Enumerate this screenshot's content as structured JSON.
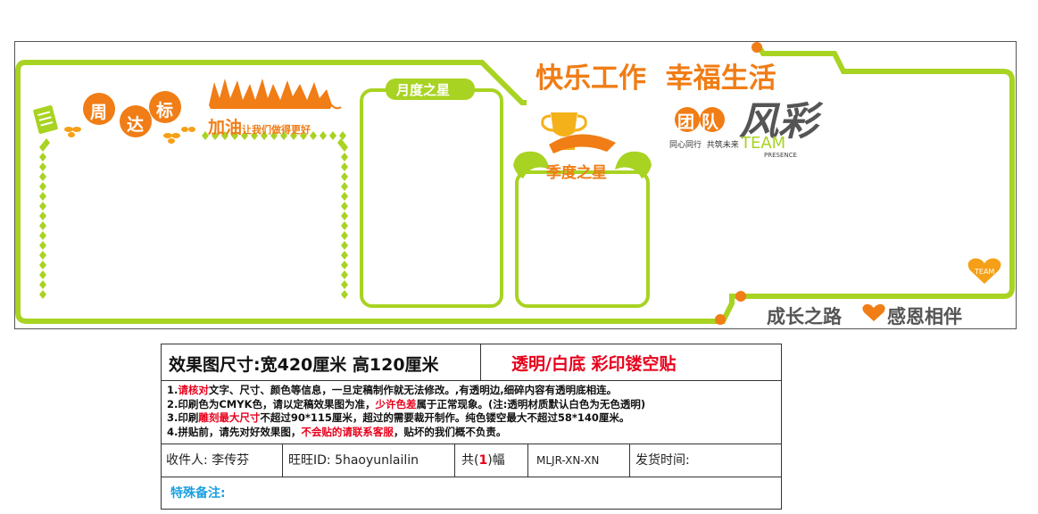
{
  "design": {
    "slogan": "快乐工作  幸福生活",
    "week_chars": [
      "周",
      "达",
      "标"
    ],
    "cheer": "加油",
    "cheer_sub": "让我们做得更好",
    "month_star": "月度之星",
    "quarter_star": "季度之星",
    "team_title": "团队",
    "team_brush": "风彩",
    "team_sub": "同心同行  共筑未来",
    "team_en": "TEAM",
    "team_presence": "PRESENCE",
    "heart_label": "TEAM",
    "growth": "成长之路",
    "gratitude": "感恩相伴",
    "colors": {
      "green": "#a8d322",
      "orange": "#f07d16",
      "red": "#e8001c",
      "blue": "#1aa0e0"
    }
  },
  "spec": {
    "size_label": "效果图尺寸:",
    "size_value": "宽420厘米  高120厘米",
    "material": "透明/白底 彩印镂空贴",
    "note1_a": "1.",
    "note1_b": "请核对",
    "note1_c": "文字、尺寸、颜色等信息，一旦定稿制作就无法修改。,有透明边,细碎内容有透明底相连。",
    "note2_a": "2.印刷色为CMYK色，请以定稿效果图为准，",
    "note2_b": "少许色差",
    "note2_c": "属于正常现象。(注:透明材质默认白色为无色透明)",
    "note3_a": "3.印刷",
    "note3_b": "雕刻最大尺寸",
    "note3_c": "不超过90*115厘米，超过的需要裁开制作。纯色镂空最大不超过58*140厘米。",
    "note4_a": "4.拼贴前，请先对好效果图，",
    "note4_b": "不会贴的请联系客服",
    "note4_c": "，贴坏的我们概不负责。",
    "recipient": "收件人: 李传芬",
    "wangwang": "旺旺ID: 5haoyunlailin",
    "count_pre": "共(",
    "count_num": "1",
    "count_post": ")幅",
    "code": "MLJR-XN-XN",
    "ship_time": "发货时间:",
    "remark": "特殊备注:"
  }
}
